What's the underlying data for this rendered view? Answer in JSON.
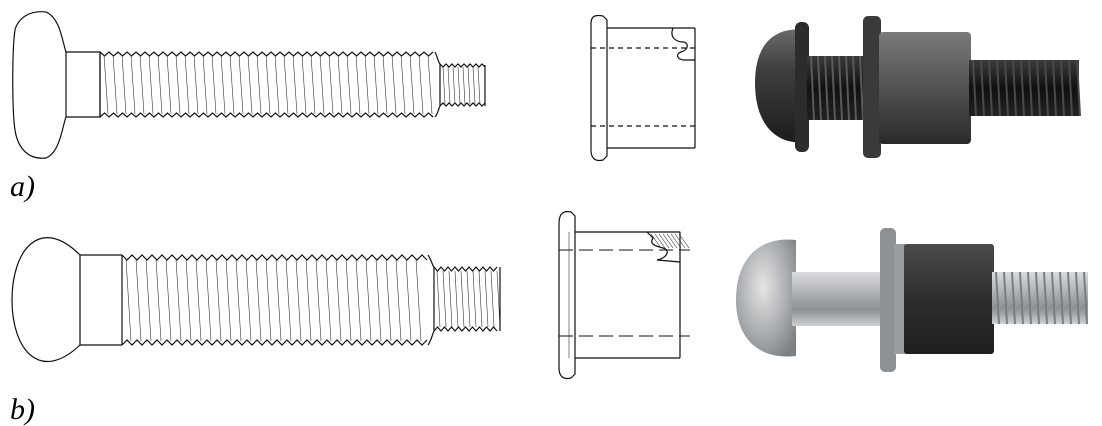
{
  "figure": {
    "row_a": {
      "label": "a)",
      "head_shape": "flanged-head",
      "photo_finish": "dark-gray"
    },
    "row_b": {
      "label": "b)",
      "head_shape": "round-head",
      "photo_finish": "silver"
    }
  },
  "colors": {
    "line": "#111111",
    "photo_a_metal": "#3f3f3f",
    "photo_a_collar": "#5a5a5a",
    "photo_b_metal": "#b9bcbf",
    "photo_b_collar": "#2e2e2e"
  }
}
